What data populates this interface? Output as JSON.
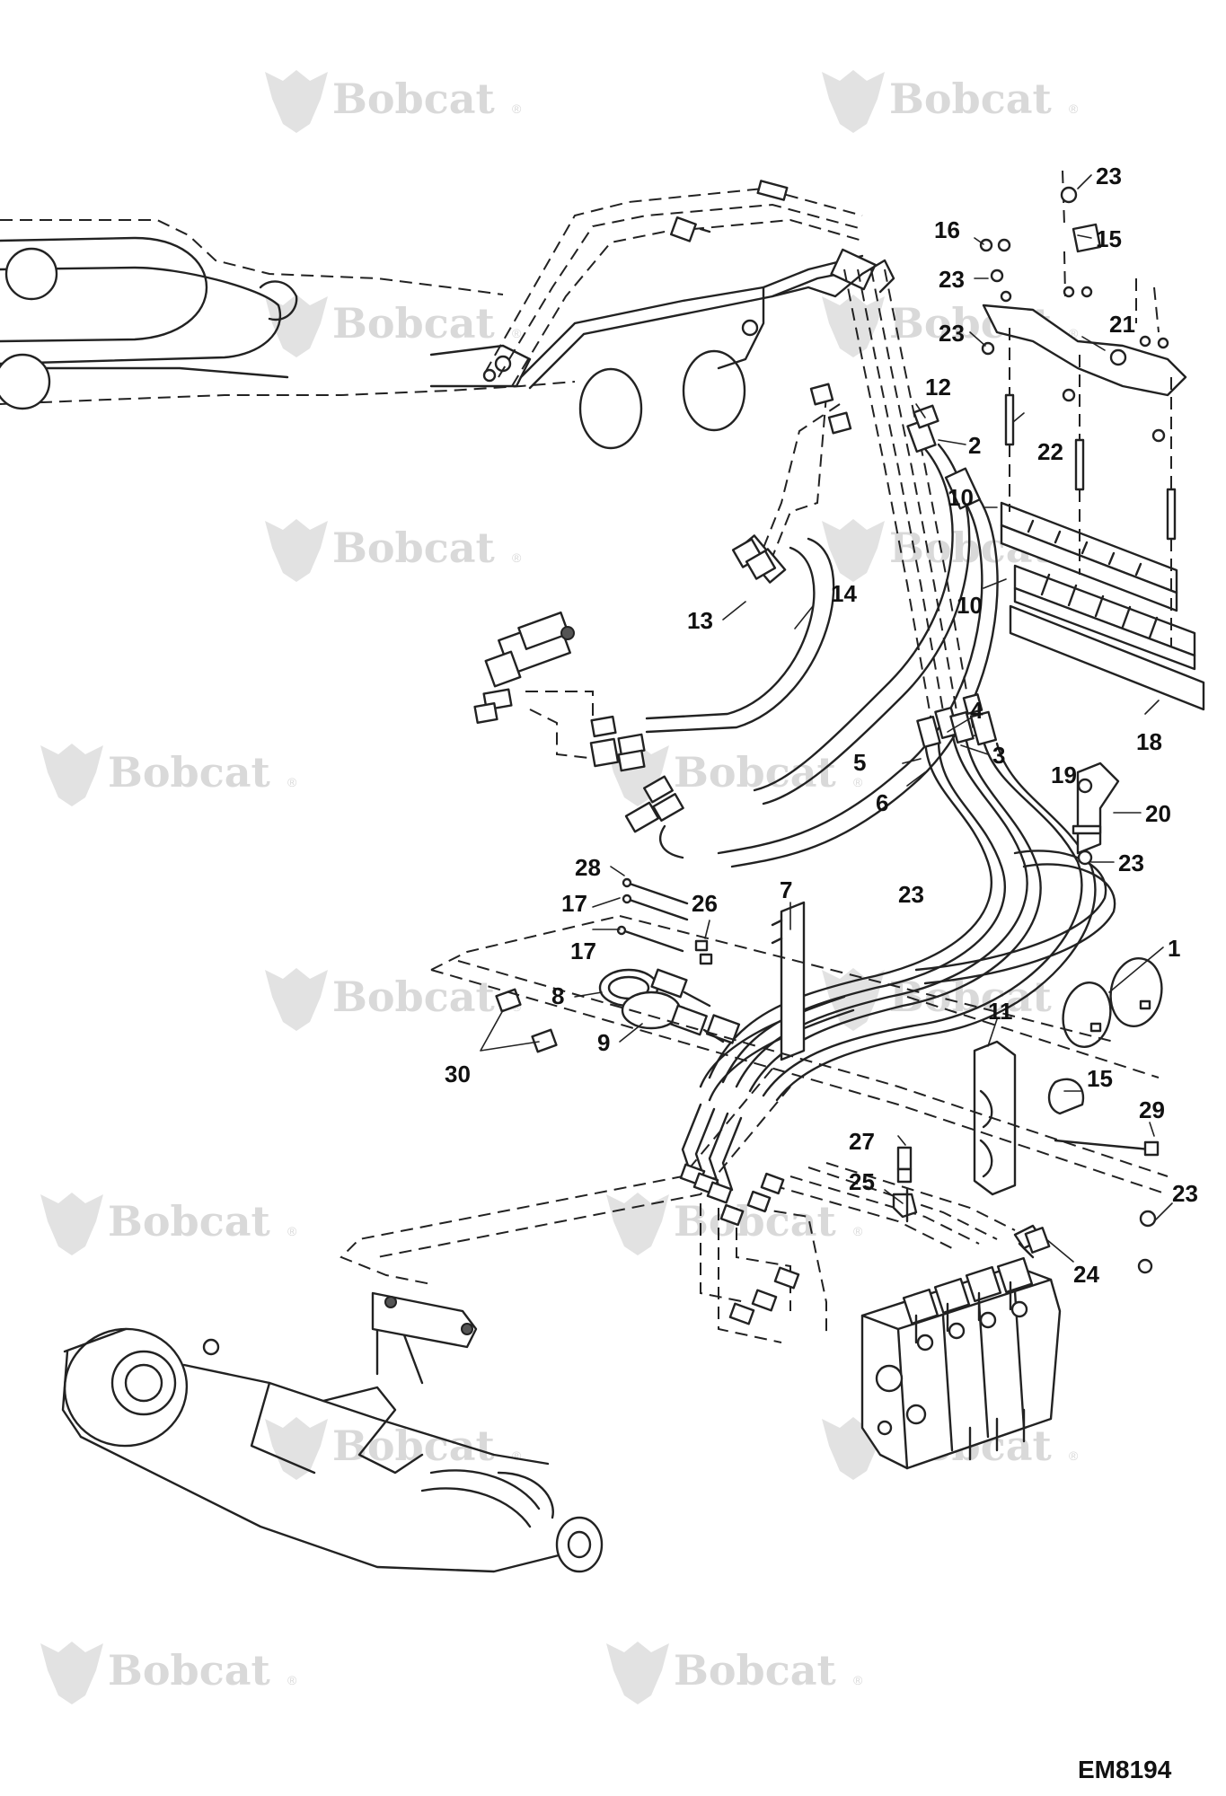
{
  "diagram": {
    "drawing_code": "EM8194",
    "watermark_text": "Bobcat",
    "watermark_mark": "®",
    "callouts": [
      "1",
      "2",
      "3",
      "4",
      "5",
      "6",
      "7",
      "8",
      "9",
      "10",
      "10",
      "11",
      "12",
      "13",
      "14",
      "15",
      "15",
      "16",
      "17",
      "17",
      "18",
      "19",
      "20",
      "21",
      "22",
      "23",
      "23",
      "23",
      "23",
      "23",
      "23",
      "24",
      "25",
      "26",
      "27",
      "28",
      "29",
      "30"
    ],
    "colors": {
      "ink": "#222222",
      "watermark": "#d9d9d9",
      "background": "#ffffff"
    }
  }
}
